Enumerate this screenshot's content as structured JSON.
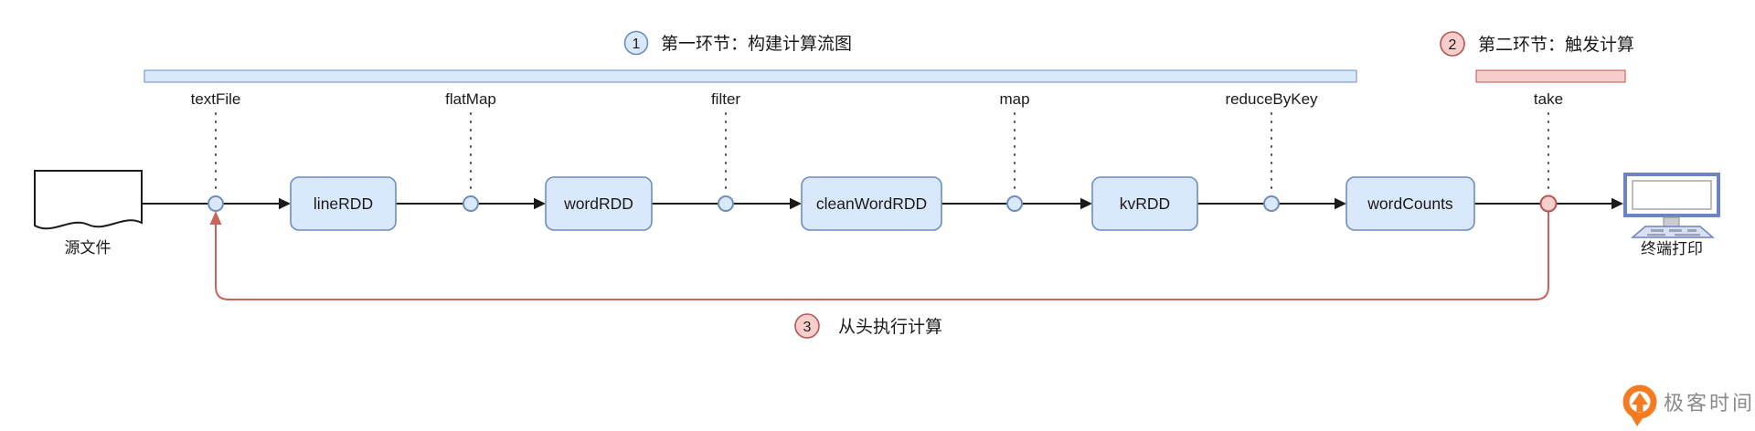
{
  "diagram": {
    "stages": {
      "stage1": {
        "num": "1",
        "label": "第一环节：构建计算流图"
      },
      "stage2": {
        "num": "2",
        "label": "第二环节：触发计算"
      },
      "stage3": {
        "num": "3",
        "label": "从头执行计算"
      }
    },
    "source": {
      "label": "源文件"
    },
    "sink": {
      "label": "终端打印"
    },
    "operators": [
      {
        "label": "textFile"
      },
      {
        "label": "flatMap"
      },
      {
        "label": "filter"
      },
      {
        "label": "map"
      },
      {
        "label": "reduceByKey"
      },
      {
        "label": "take"
      }
    ],
    "rdds": [
      {
        "label": "lineRDD"
      },
      {
        "label": "wordRDD"
      },
      {
        "label": "cleanWordRDD"
      },
      {
        "label": "kvRDD"
      },
      {
        "label": "wordCounts"
      }
    ],
    "logo": {
      "text": "极客时间"
    },
    "colors": {
      "blue_fill": "#dae8fc",
      "blue_stroke": "#6c8ebf",
      "pink_fill": "#f8cecc",
      "pink_stroke": "#b85450",
      "red_line": "#c9635c",
      "line_black": "#1a1a1a",
      "monitor_blue": "#6d84c0",
      "logo_orange": "#f47b20",
      "logo_gray": "#8a8a8a"
    }
  }
}
